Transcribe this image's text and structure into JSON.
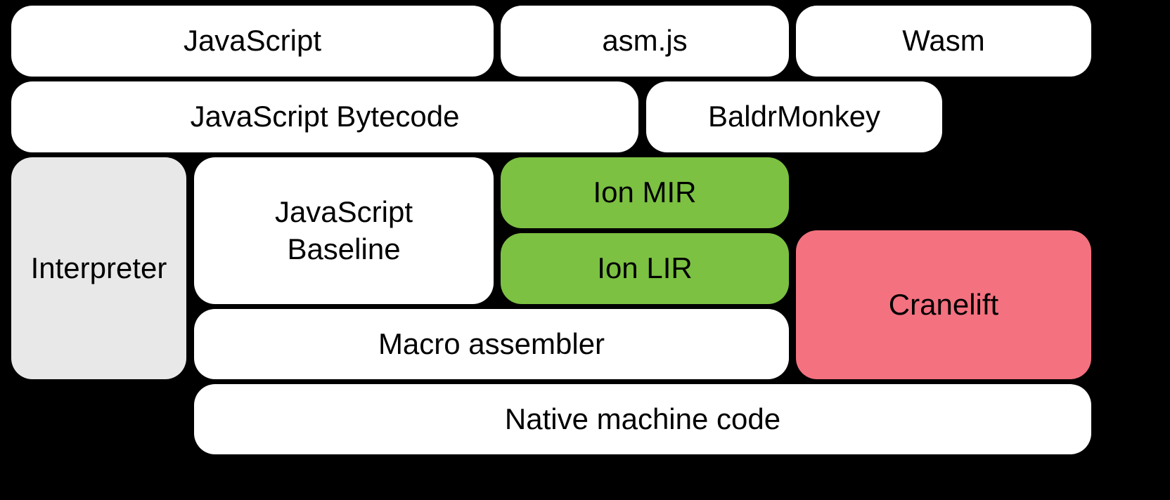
{
  "colors": {
    "background": "#000000",
    "node_default": "#ffffff",
    "node_gray": "#e8e8e8",
    "node_green": "#7cc142",
    "node_pink": "#f4717f",
    "text": "#000000"
  },
  "nodes": {
    "javascript": {
      "label": "JavaScript",
      "color": "white"
    },
    "asmjs": {
      "label": "asm.js",
      "color": "white"
    },
    "wasm": {
      "label": "Wasm",
      "color": "white"
    },
    "bytecode": {
      "label": "JavaScript Bytecode",
      "color": "white"
    },
    "baldrmonkey": {
      "label": "BaldrMonkey",
      "color": "white"
    },
    "interpreter": {
      "label": "Interpreter",
      "color": "gray"
    },
    "baseline": {
      "label": "JavaScript Baseline",
      "color": "white"
    },
    "ion_mir": {
      "label": "Ion MIR",
      "color": "green"
    },
    "ion_lir": {
      "label": "Ion LIR",
      "color": "green"
    },
    "cranelift": {
      "label": "Cranelift",
      "color": "pink"
    },
    "macro_assembler": {
      "label": "Macro assembler",
      "color": "white"
    },
    "native_machine_code": {
      "label": "Native machine code",
      "color": "white"
    }
  }
}
